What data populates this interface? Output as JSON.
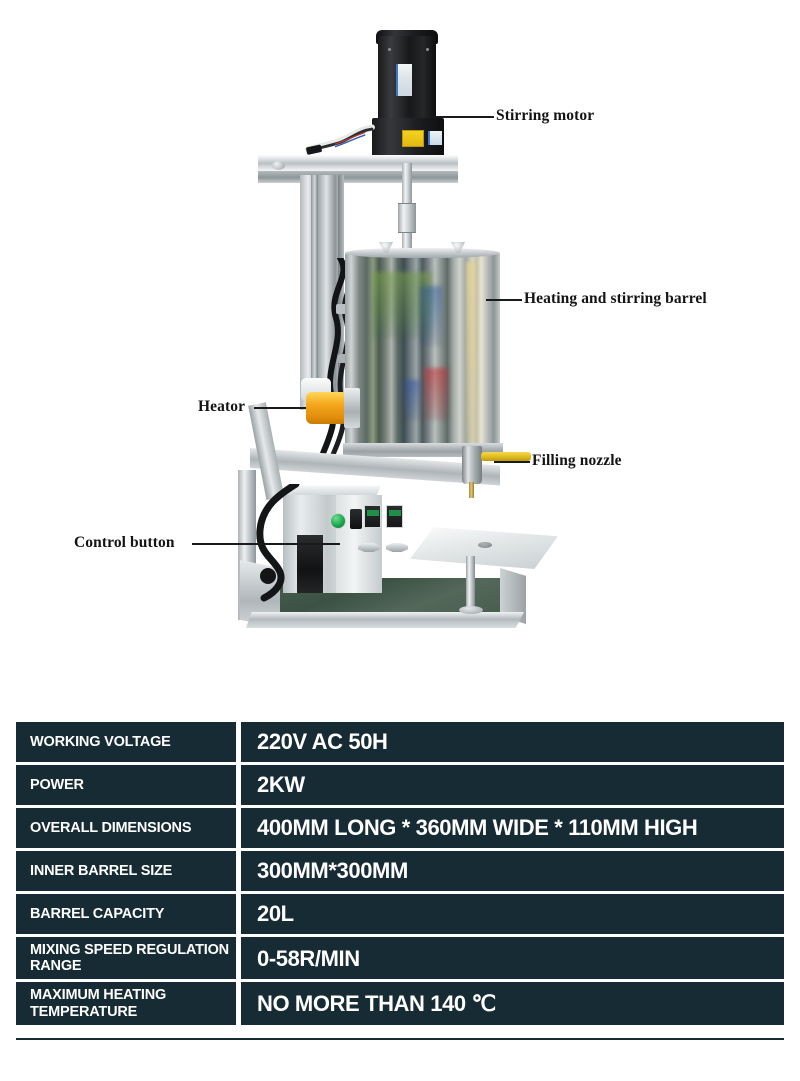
{
  "photo": {
    "alt": "Semi-automatic heating stirring filling machine",
    "callouts": [
      {
        "id": "stirring-motor",
        "label": "Stirring motor"
      },
      {
        "id": "heating-and-stirring-barrel",
        "label": "Heating and stirring barrel"
      },
      {
        "id": "heator",
        "label": "Heator"
      },
      {
        "id": "filling-nozzle",
        "label": "Filling nozzle"
      },
      {
        "id": "control-button",
        "label": "Control button"
      }
    ]
  },
  "spec_table": {
    "accent_color": "#162b34",
    "text_color": "#ffffff",
    "rows": [
      {
        "label": "WORKING VOLTAGE",
        "value": "220V AC 50H"
      },
      {
        "label": "POWER",
        "value": "2KW"
      },
      {
        "label": "OVERALL DIMENSIONS",
        "value": "400MM LONG * 360MM WIDE * 110MM HIGH"
      },
      {
        "label": "INNER BARREL SIZE",
        "value": "300MM*300MM"
      },
      {
        "label": "BARREL CAPACITY",
        "value": "20L"
      },
      {
        "label": "MIXING SPEED REGULATION RANGE",
        "value": "0-58R/MIN"
      },
      {
        "label": "MAXIMUM HEATING TEMPERATURE",
        "value": "NO MORE THAN 140 ℃"
      }
    ]
  }
}
